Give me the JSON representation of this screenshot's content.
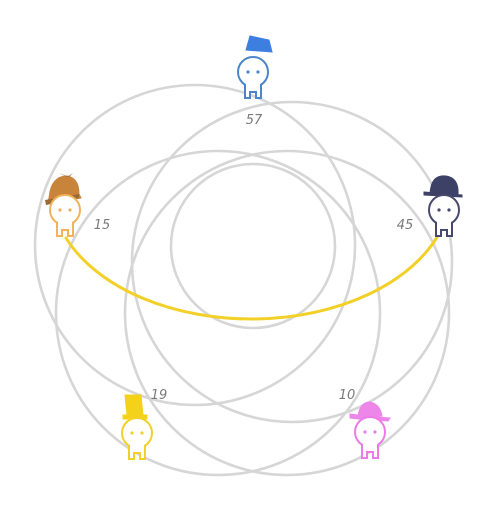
{
  "colors": {
    "ring": "#d6d6d6",
    "highlight": "#f2d027",
    "text": "#7a7a7a"
  },
  "characters": [
    {
      "id": "blue",
      "hat": "fez",
      "color": "#4a86c9",
      "hat_color": "#3d7fe0",
      "count": "57"
    },
    {
      "id": "navy",
      "hat": "bowler",
      "color": "#46496b",
      "hat_color": "#3e4166",
      "count": "45"
    },
    {
      "id": "orange",
      "hat": "deerstalker",
      "color": "#f0b25a",
      "hat_color": "#c9843c",
      "count": "15"
    },
    {
      "id": "yellow",
      "hat": "top-hat",
      "color": "#f2d027",
      "hat_color": "#f5d21a",
      "count": "19"
    },
    {
      "id": "pink",
      "hat": "fedora",
      "color": "#ec7be8",
      "hat_color": "#ee86ea",
      "count": "10"
    }
  ],
  "highlight_arc": {
    "from": "orange",
    "to": "navy",
    "color": "#f2d027"
  }
}
